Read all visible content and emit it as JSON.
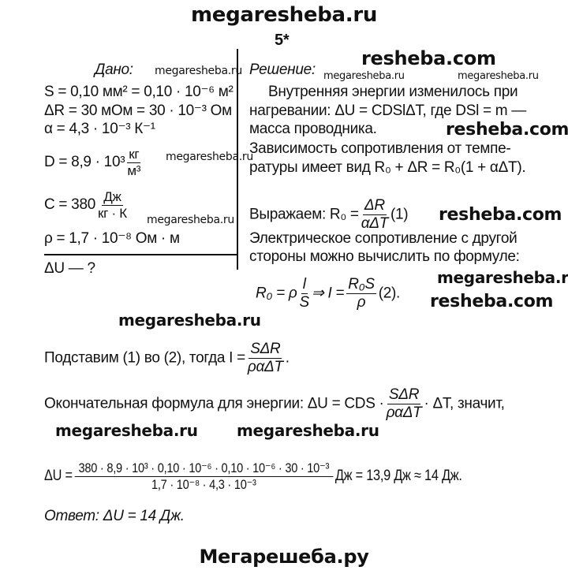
{
  "header": "megaresheba.ru",
  "problem_number": "5*",
  "given": {
    "title": "Дано:",
    "lines": [
      "S = 0,10 мм² = 0,10 · 10⁻⁶ м²",
      "ΔR = 30 мОм = 30 · 10⁻³ Ом",
      "α = 4,3 · 10⁻³ К⁻¹"
    ],
    "d_prefix": "D = 8,9 · 10³",
    "d_num": "кг",
    "d_den": "м³",
    "c_prefix": "C = 380",
    "c_num": "Дж",
    "c_den": "кг · К",
    "rho": "ρ = 1,7 · 10⁻⁸ Ом · м",
    "find": "ΔU — ?"
  },
  "solution": {
    "title": "Решение:",
    "lines": [
      "Внутренняя энергии изменилось при",
      "нагревании: ΔU = CDSlΔT, где DSl = m —",
      "масса проводника.",
      "Зависимость сопротивления от темпе-",
      "ратуры имеет вид R₀ + ΔR = R₀(1 + αΔT)."
    ],
    "express_prefix": "Выражаем: R₀ =",
    "express_num": "ΔR",
    "express_den": "αΔT",
    "express_suffix": "(1)",
    "lines2": [
      "Электрическое сопротивление с другой",
      "стороны можно вычислить по формуле:"
    ],
    "r0_prefix": "R₀ = ρ",
    "r0_num1": "l",
    "r0_den1": "S",
    "r0_mid": "⇒ I =",
    "r0_num2": "R₀S",
    "r0_den2": "ρ",
    "r0_suffix": "(2).",
    "subst_prefix": "Подставим (1) во (2), тогда I =",
    "subst_num": "SΔR",
    "subst_den": "ραΔT",
    "subst_suffix": ".",
    "final_prefix": "Окончательная формула для энергии: ΔU = CDS ·",
    "final_num": "SΔR",
    "final_den": "ραΔT",
    "final_suffix": "· ΔT,  значит,",
    "calc_prefix": "ΔU =",
    "calc_num": "380 · 8,9 · 10³ · 0,10 · 10⁻⁶ · 0,10 · 10⁻⁶ · 30 · 10⁻³",
    "calc_den": "1,7 · 10⁻⁸ · 4,3 · 10⁻³",
    "calc_suffix": "Дж = 13,9 Дж ≈ 14 Дж.",
    "answer": "Ответ: ΔU = 14 Дж."
  },
  "watermarks": {
    "small": "megaresheba.ru",
    "resheba": "resheba.com",
    "bold": "megaresheba.ru"
  },
  "footer": "Мегарешеба.ру"
}
